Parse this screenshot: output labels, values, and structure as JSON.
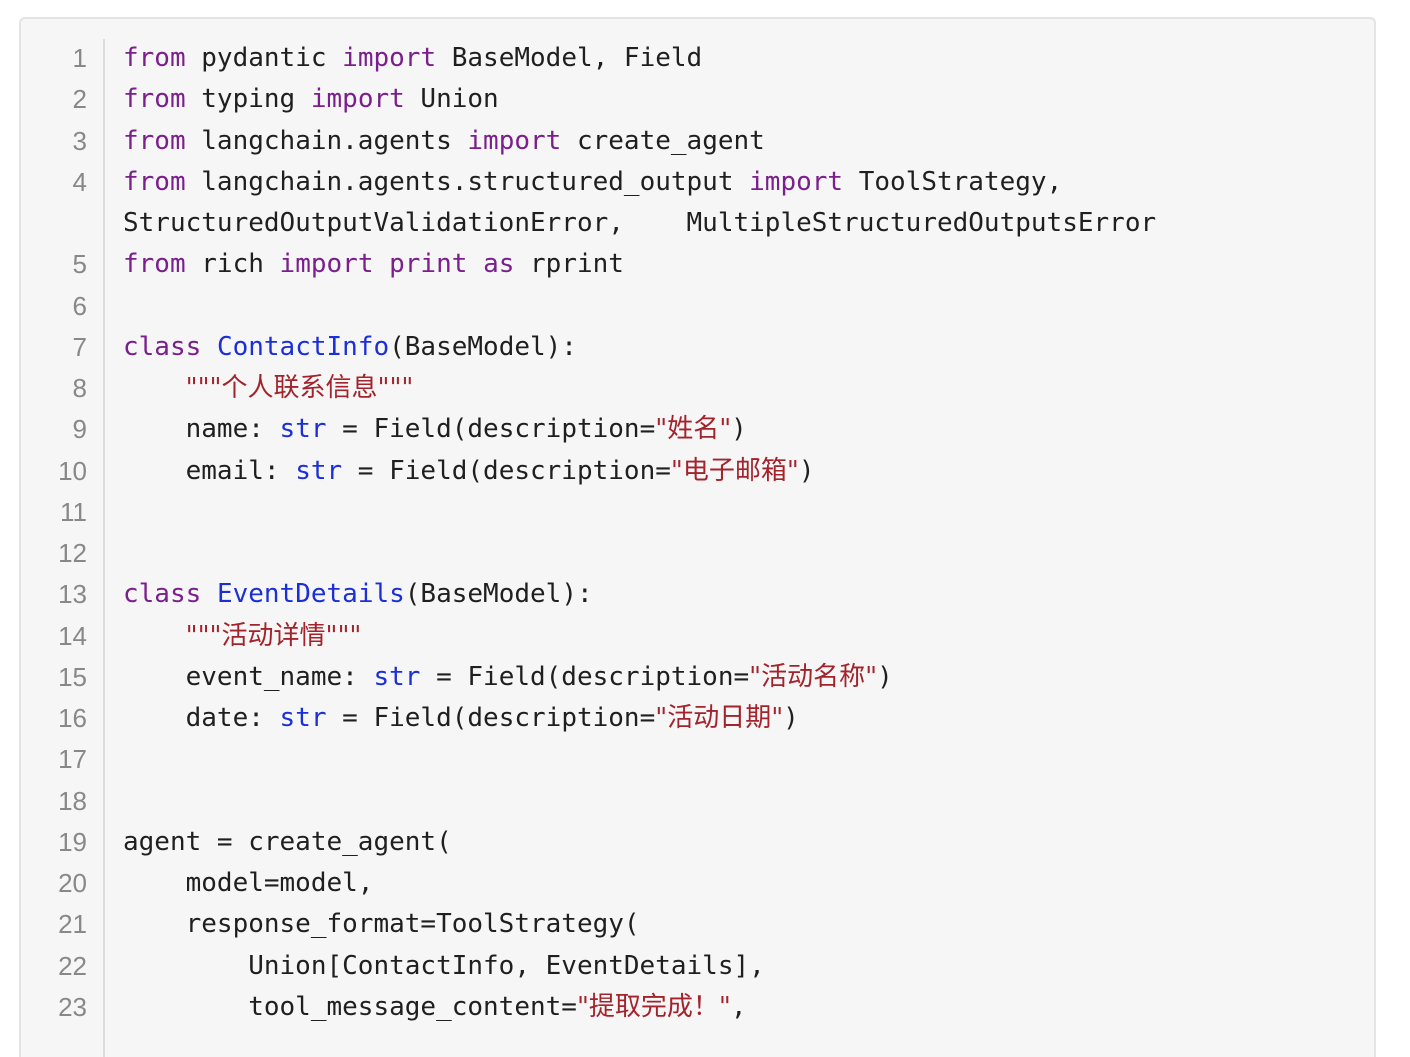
{
  "code_lines": [
    {
      "number": "1",
      "tokens": [
        {
          "t": "from",
          "c": "kw"
        },
        {
          "t": " pydantic "
        },
        {
          "t": "import",
          "c": "kw"
        },
        {
          "t": " BaseModel, Field"
        }
      ]
    },
    {
      "number": "2",
      "tokens": [
        {
          "t": "from",
          "c": "kw"
        },
        {
          "t": " typing "
        },
        {
          "t": "import",
          "c": "kw"
        },
        {
          "t": " Union"
        }
      ]
    },
    {
      "number": "3",
      "tokens": [
        {
          "t": "from",
          "c": "kw"
        },
        {
          "t": " langchain.agents "
        },
        {
          "t": "import",
          "c": "kw"
        },
        {
          "t": " create_agent"
        }
      ]
    },
    {
      "number": "4",
      "tokens": [
        {
          "t": "from",
          "c": "kw"
        },
        {
          "t": " langchain.agents.structured_output "
        },
        {
          "t": "import",
          "c": "kw"
        },
        {
          "t": " ToolStrategy,"
        }
      ]
    },
    {
      "number": "",
      "tokens": [
        {
          "t": "StructuredOutputValidationError,    MultipleStructuredOutputsError"
        }
      ]
    },
    {
      "number": "5",
      "tokens": [
        {
          "t": "from",
          "c": "kw"
        },
        {
          "t": " rich "
        },
        {
          "t": "import",
          "c": "kw"
        },
        {
          "t": " "
        },
        {
          "t": "print",
          "c": "kw"
        },
        {
          "t": " "
        },
        {
          "t": "as",
          "c": "kw"
        },
        {
          "t": " rprint"
        }
      ]
    },
    {
      "number": "6",
      "tokens": []
    },
    {
      "number": "7",
      "tokens": [
        {
          "t": "class",
          "c": "kw"
        },
        {
          "t": " "
        },
        {
          "t": "ContactInfo",
          "c": "def"
        },
        {
          "t": "(BaseModel):"
        }
      ]
    },
    {
      "number": "8",
      "tokens": [
        {
          "t": "    "
        },
        {
          "t": "\"\"\"个人联系信息\"\"\"",
          "c": "str cjk"
        }
      ]
    },
    {
      "number": "9",
      "tokens": [
        {
          "t": "    name: "
        },
        {
          "t": "str",
          "c": "bi"
        },
        {
          "t": " = Field(description="
        },
        {
          "t": "\"姓名\"",
          "c": "str cjk"
        },
        {
          "t": ")"
        }
      ]
    },
    {
      "number": "10",
      "tokens": [
        {
          "t": "    email: "
        },
        {
          "t": "str",
          "c": "bi"
        },
        {
          "t": " = Field(description="
        },
        {
          "t": "\"电子邮箱\"",
          "c": "str cjk"
        },
        {
          "t": ")"
        }
      ]
    },
    {
      "number": "11",
      "tokens": []
    },
    {
      "number": "12",
      "tokens": []
    },
    {
      "number": "13",
      "tokens": [
        {
          "t": "class",
          "c": "kw"
        },
        {
          "t": " "
        },
        {
          "t": "EventDetails",
          "c": "def"
        },
        {
          "t": "(BaseModel):"
        }
      ]
    },
    {
      "number": "14",
      "tokens": [
        {
          "t": "    "
        },
        {
          "t": "\"\"\"活动详情\"\"\"",
          "c": "str cjk"
        }
      ]
    },
    {
      "number": "15",
      "tokens": [
        {
          "t": "    event_name: "
        },
        {
          "t": "str",
          "c": "bi"
        },
        {
          "t": " = Field(description="
        },
        {
          "t": "\"活动名称\"",
          "c": "str cjk"
        },
        {
          "t": ")"
        }
      ]
    },
    {
      "number": "16",
      "tokens": [
        {
          "t": "    date: "
        },
        {
          "t": "str",
          "c": "bi"
        },
        {
          "t": " = Field(description="
        },
        {
          "t": "\"活动日期\"",
          "c": "str cjk"
        },
        {
          "t": ")"
        }
      ]
    },
    {
      "number": "17",
      "tokens": []
    },
    {
      "number": "18",
      "tokens": []
    },
    {
      "number": "19",
      "tokens": [
        {
          "t": "agent = create_agent("
        }
      ]
    },
    {
      "number": "20",
      "tokens": [
        {
          "t": "    model=model,"
        }
      ]
    },
    {
      "number": "21",
      "tokens": [
        {
          "t": "    response_format=ToolStrategy("
        }
      ]
    },
    {
      "number": "22",
      "tokens": [
        {
          "t": "        Union[ContactInfo, EventDetails],"
        }
      ]
    },
    {
      "number": "23",
      "tokens": [
        {
          "t": "        tool_message_content="
        },
        {
          "t": "\"提取完成！\"",
          "c": "str cjk"
        },
        {
          "t": ","
        }
      ]
    }
  ],
  "colors": {
    "keyword": "#7a1f8c",
    "definition": "#1b2fd6",
    "builtin": "#1b2fd6",
    "string": "#a3232c",
    "text": "#1f1f1f",
    "line_number": "#888888",
    "background": "#f6f6f6"
  }
}
